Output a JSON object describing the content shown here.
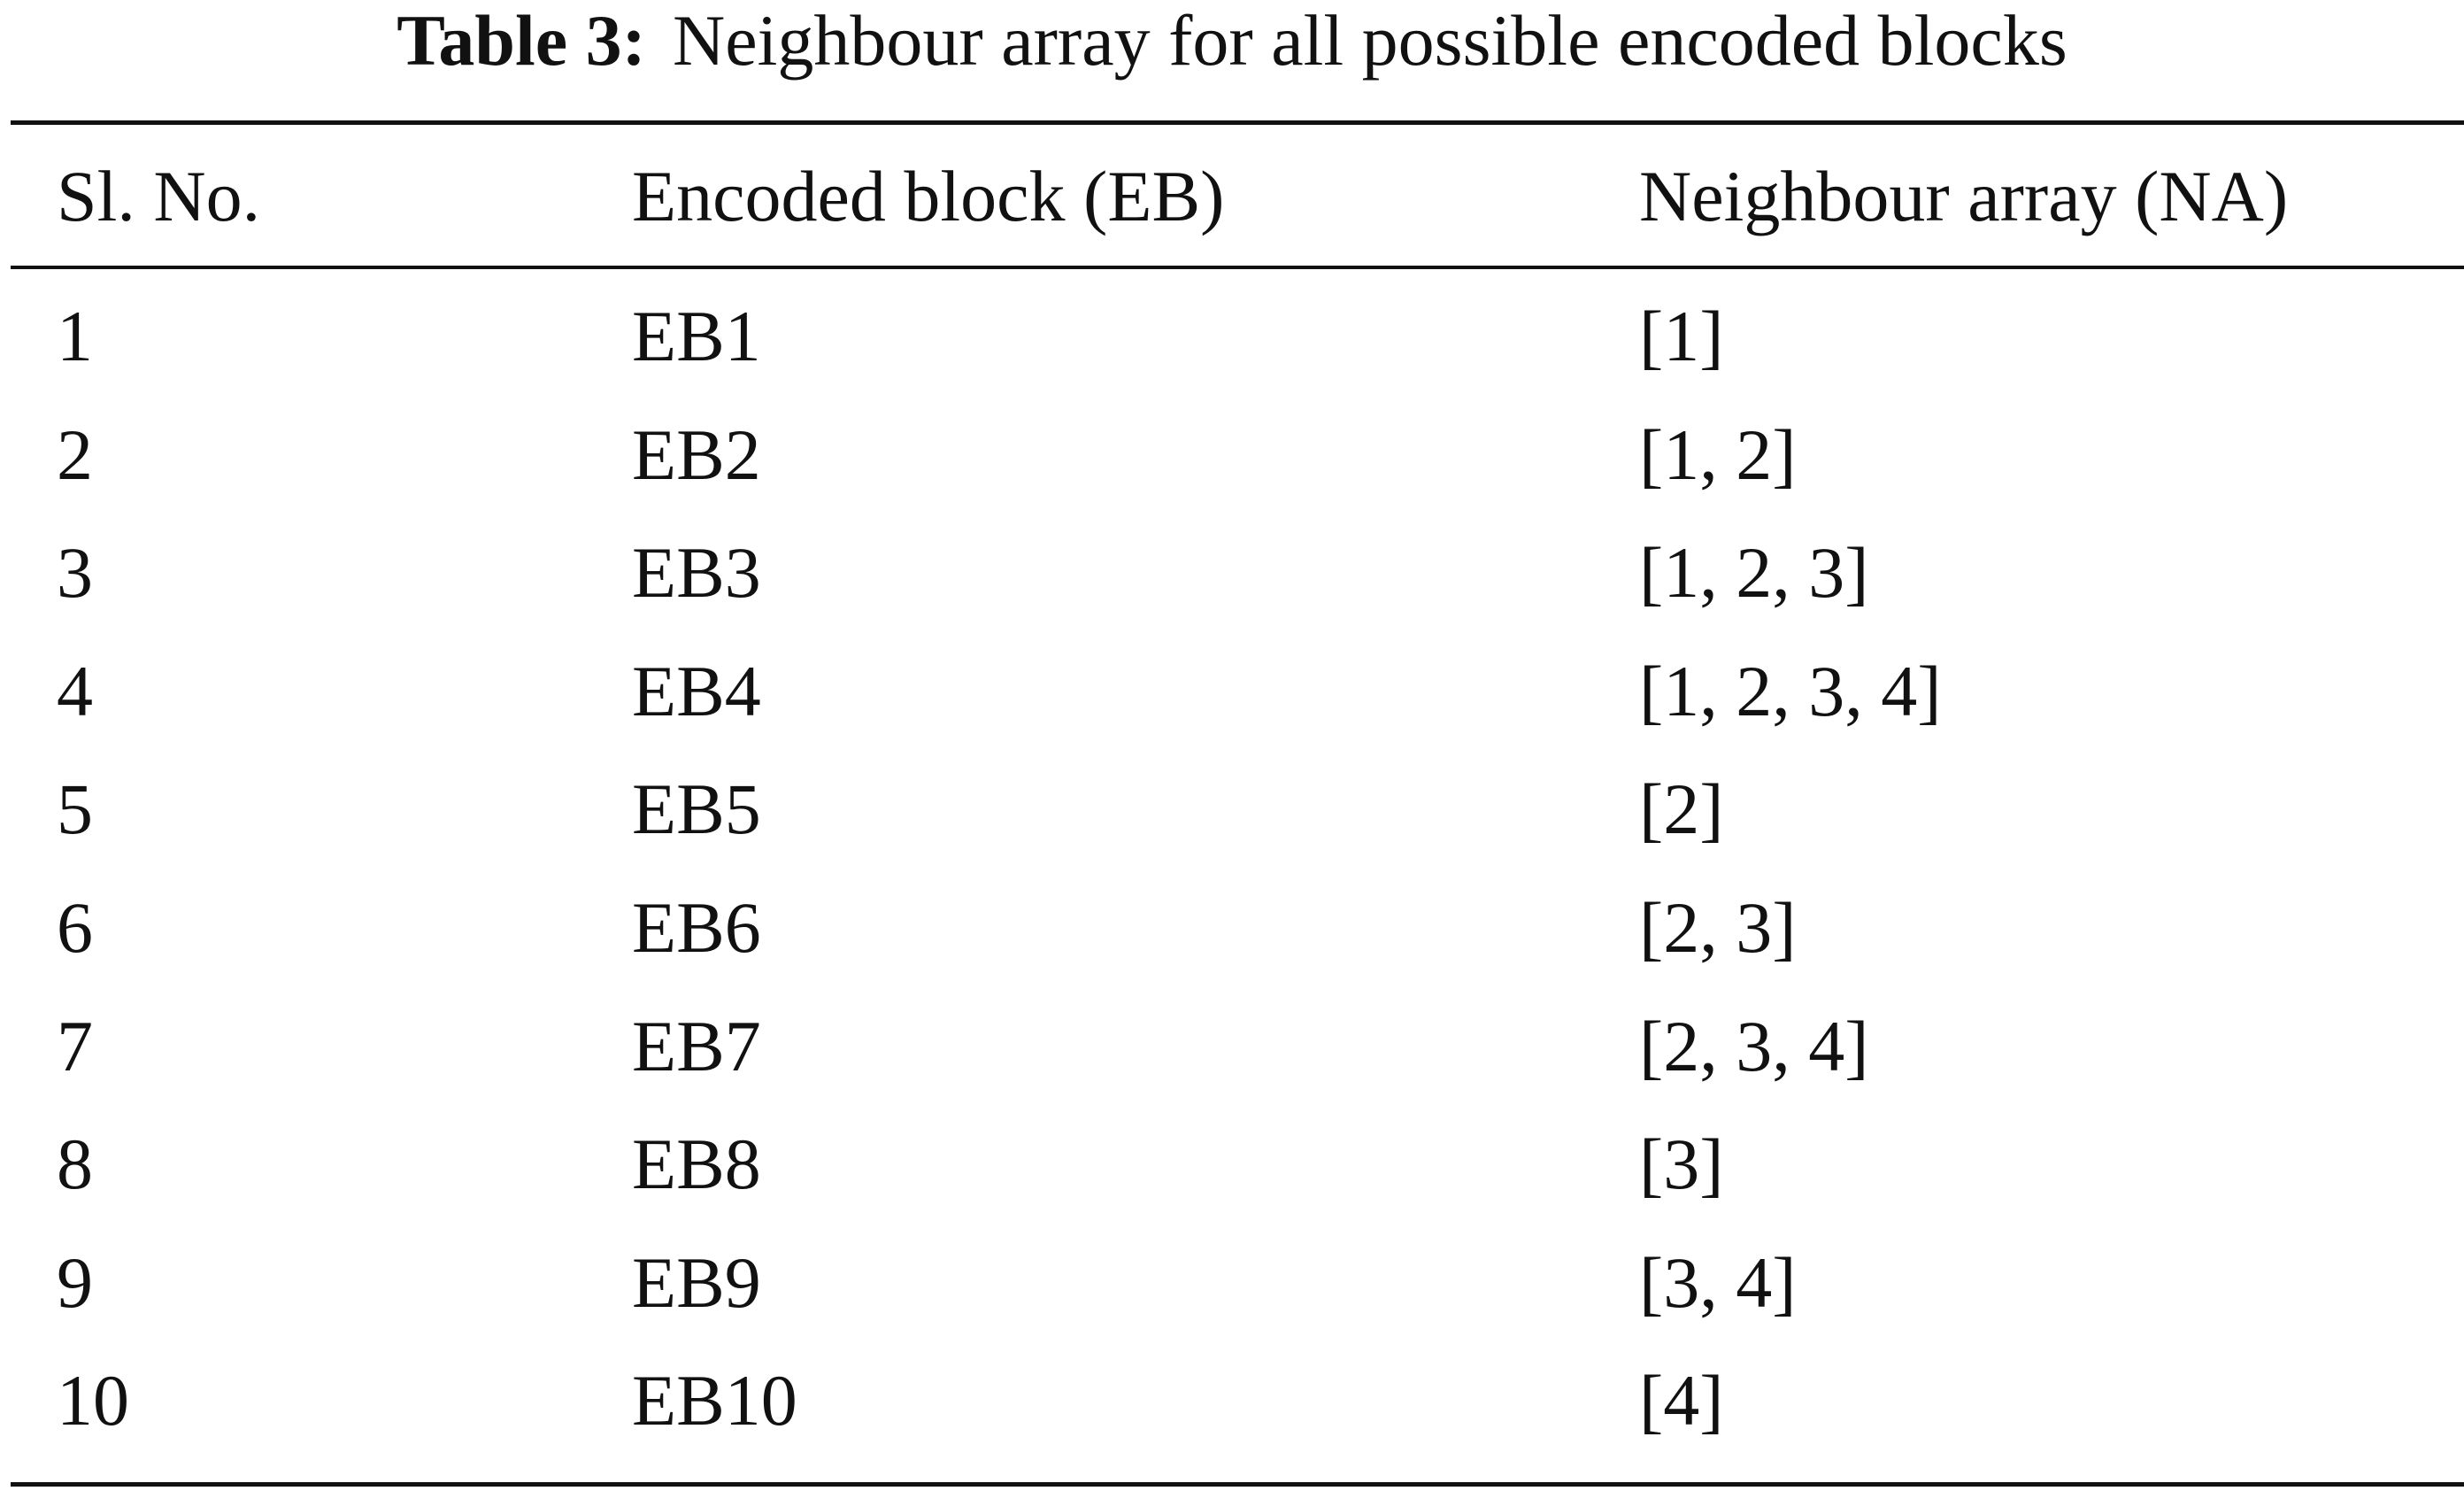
{
  "caption": {
    "label": "Table 3:",
    "text": "Neighbour array for all possible encoded blocks"
  },
  "table": {
    "columns": [
      "Sl. No.",
      "Encoded block (EB)",
      "Neighbour array (NA)"
    ],
    "rows": [
      [
        "1",
        "EB1",
        "[1]"
      ],
      [
        "2",
        "EB2",
        "[1, 2]"
      ],
      [
        "3",
        "EB3",
        "[1, 2, 3]"
      ],
      [
        "4",
        "EB4",
        "[1, 2, 3, 4]"
      ],
      [
        "5",
        "EB5",
        "[2]"
      ],
      [
        "6",
        "EB6",
        "[2, 3]"
      ],
      [
        "7",
        "EB7",
        "[2, 3, 4]"
      ],
      [
        "8",
        "EB8",
        "[3]"
      ],
      [
        "9",
        "EB9",
        "[3, 4]"
      ],
      [
        "10",
        "EB10",
        "[4]"
      ]
    ]
  }
}
